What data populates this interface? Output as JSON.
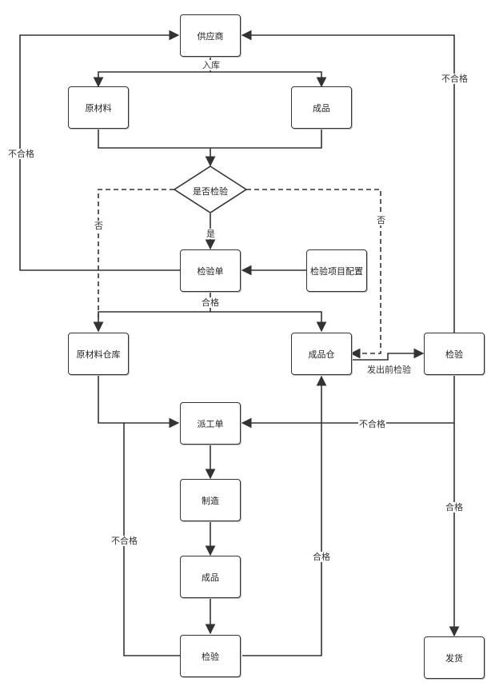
{
  "nodes": {
    "supplier": "供应商",
    "raw_material": "原材料",
    "product_top": "成品",
    "inspect_decision": "是否检验",
    "inspection_sheet": "检验单",
    "inspection_config": "检验项目配置",
    "raw_warehouse": "原材料仓库",
    "product_warehouse": "成品仓",
    "inspect_right": "检验",
    "dispatch_order": "派工单",
    "manufacture": "制造",
    "product_mid": "成品",
    "inspect_bottom": "检验",
    "ship": "发货"
  },
  "edge_labels": {
    "inbound": "入库",
    "reject_left": "不合格",
    "reject_right_top": "不合格",
    "no_left": "否",
    "no_right": "否",
    "yes": "是",
    "pass_sheet": "合格",
    "pre_ship_inspect": "发出前检验",
    "reject_right_mid": "不合格",
    "pass_ship": "合格",
    "reject_bottom_left": "不合格",
    "pass_bottom": "合格"
  },
  "colors": {
    "line": "#333333",
    "node_border": "#333333",
    "background": "#ffffff"
  }
}
